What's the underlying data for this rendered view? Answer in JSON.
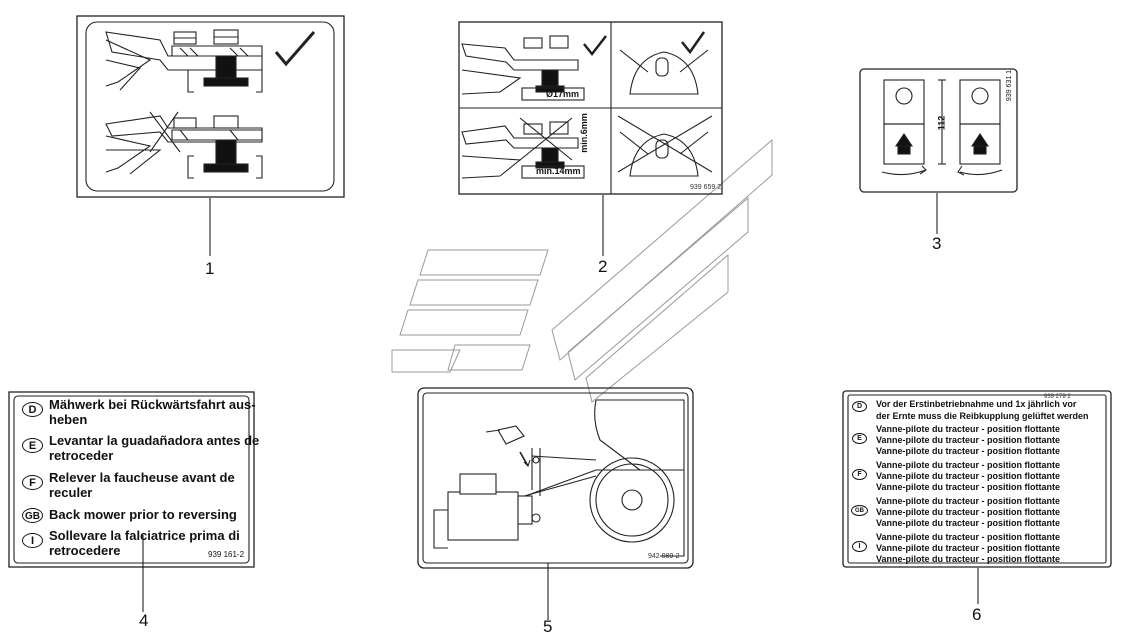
{
  "callouts": [
    "1",
    "2",
    "3",
    "4",
    "5",
    "6"
  ],
  "sticker2": {
    "dim_top": "Ø17mm",
    "dim_bottom": "min.14mm",
    "dim_side": "min.6mm",
    "part_no": "939 659 2"
  },
  "sticker3": {
    "dim": "112",
    "part_no": "939 631 1"
  },
  "sticker4": {
    "part_no": "939 161-2",
    "rows": [
      {
        "code": "D",
        "line1": "Mähwerk bei Rückwärtsfahrt aus-",
        "line2": "heben"
      },
      {
        "code": "E",
        "line1": "Levantar la guadañadora antes de",
        "line2": "retroceder"
      },
      {
        "code": "F",
        "line1": "Relever la faucheuse avant de",
        "line2": "reculer"
      },
      {
        "code": "GB",
        "line1": "Back mower prior to reversing",
        "line2": ""
      },
      {
        "code": "I",
        "line1": "Sollevare la falciatrice prima di",
        "line2": "retrocedere"
      }
    ]
  },
  "sticker5": {
    "part_no": "942 089-2"
  },
  "sticker6": {
    "part_no": "939 279 2",
    "codes": [
      "D",
      "E",
      "F",
      "GB",
      "I"
    ],
    "d_line1": "Vor der Erstinbetriebnahme und 1x jährlich vor",
    "d_line2": "der Ernte muss die Reibkupplung gelüftet werden",
    "repeat_line": "Vanne-pilote du tracteur - position flottante"
  }
}
